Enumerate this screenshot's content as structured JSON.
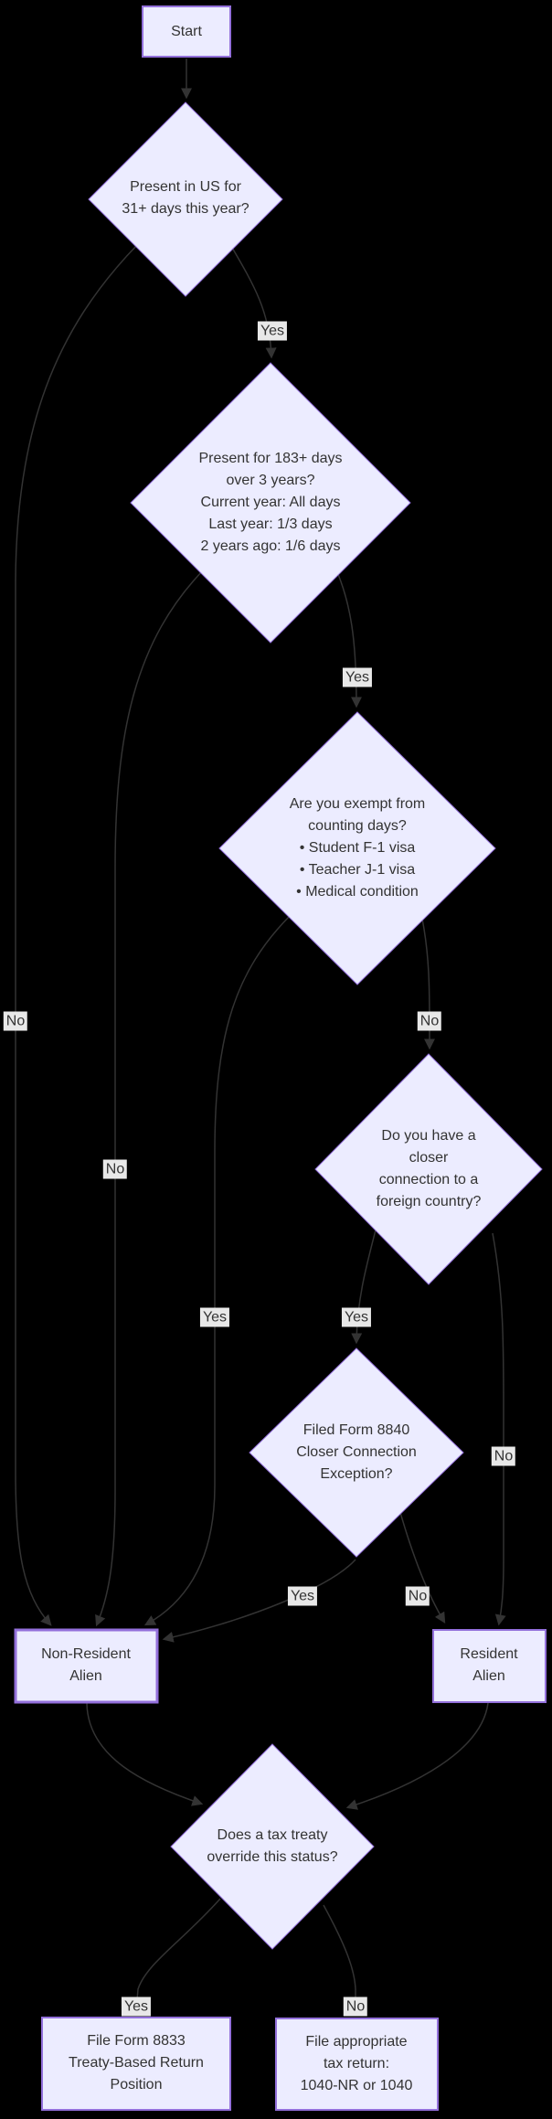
{
  "diagram": {
    "type": "flowchart",
    "background": "#000000",
    "theme": {
      "node_fill": "#ECECFF",
      "node_border": "#9370DB",
      "text_color": "#333333",
      "edge_color": "#333333",
      "edge_label_bg": "#e8e8e8"
    }
  },
  "nodes": {
    "start": {
      "label": "Start"
    },
    "present_31": {
      "label": "Present in US for\n31+ days this year?"
    },
    "present_183": {
      "label": "Present for 183+ days\nover 3 years?\nCurrent year: All days\nLast year: 1/3 days\n2 years ago: 1/6 days"
    },
    "exempt": {
      "label": "Are you exempt from\ncounting days?\n• Student F-1 visa\n• Teacher J-1 visa\n• Medical condition"
    },
    "closer_connection": {
      "label": "Do you have a closer\nconnection to a\nforeign country?"
    },
    "form_8840": {
      "label": "Filed Form 8840\nCloser Connection\nException?"
    },
    "non_resident": {
      "label": "Non-Resident\nAlien"
    },
    "resident": {
      "label": "Resident\nAlien"
    },
    "treaty": {
      "label": "Does a tax treaty\noverride this status?"
    },
    "form_8833": {
      "label": "File Form 8833\nTreaty-Based Return\nPosition"
    },
    "tax_return": {
      "label": "File appropriate\ntax return:\n1040-NR or 1040"
    }
  },
  "edge_labels": {
    "present31_yes": "Yes",
    "present31_no": "No",
    "present183_yes": "Yes",
    "present183_no": "No",
    "exempt_no": "No",
    "exempt_yes": "Yes",
    "closer_yes": "Yes",
    "closer_no": "No",
    "form8840_yes": "Yes",
    "form8840_no": "No",
    "treaty_yes": "Yes",
    "treaty_no": "No"
  }
}
